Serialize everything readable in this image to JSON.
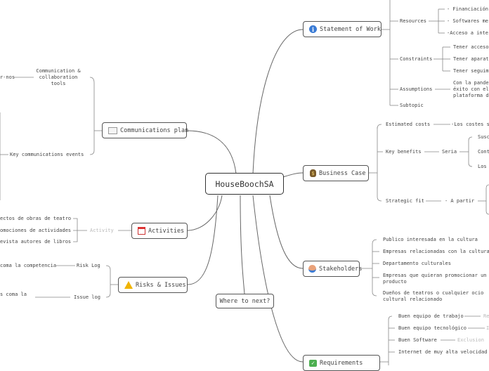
{
  "central": "HouseBoochSA",
  "branches": {
    "statement": "Statement of Work",
    "business": "Business Case",
    "stakeholders": "Stakeholders",
    "requirements": "Requirements",
    "communications": "Communications plan",
    "activities": "Activities",
    "risks": "Risks & Issues",
    "next": "Where to next?"
  },
  "statement_children": {
    "resources": "Resources",
    "constraints": "Constraints",
    "assumptions": "Assumptions",
    "subtopic": "Subtopic",
    "res_items": [
      "- Financiación",
      "- Softwares me",
      "-Acceso a inte"
    ],
    "con_items": [
      "Tener acceso",
      "Tener aparat",
      "Tener seguim"
    ],
    "assumption_text": "Con la pandem\néxito con el\nplataforma d"
  },
  "business_children": {
    "estimated": "Estimated costs",
    "estimated_value": "-Los costes s",
    "benefits": "Key benefits",
    "seria": "Seria",
    "benefit_items": [
      "Susc",
      "Cont",
      "Los"
    ],
    "strategic": "Strategic fit",
    "strategic_value": "- A partir"
  },
  "stakeholder_items": [
    "Publico interesada en la cultura",
    "Empresas relacionadas con la cultura",
    "Departamento culturales",
    "Empresas que quieran promocionar un\nproducto",
    "Dueños de teatros o cualquier ocio\ncultural relacionado"
  ],
  "requirement_items": [
    {
      "label": "Buen equipo de trabajo",
      "tag": "Re"
    },
    {
      "label": "Buen equipo tecnológico",
      "tag": "I"
    },
    {
      "label": "Buen Software",
      "tag": "Exclusion"
    },
    {
      "label": "Internet de muy alta velocidad",
      "tag": ""
    }
  ],
  "communications_children": {
    "tools": "Communication &\ncollaboration\ntools",
    "tools_left": "r-nos",
    "events": "Key communications events"
  },
  "activities_children": {
    "activity": "Activity",
    "items": [
      "ectos de obras de teatro",
      "omociones de actividades",
      "evista autores de libros"
    ]
  },
  "risks_children": {
    "risk_log": "Risk Log",
    "risk_text": "coma la competencia",
    "issue_log": "Issue log",
    "issue_text": "s coma la"
  }
}
